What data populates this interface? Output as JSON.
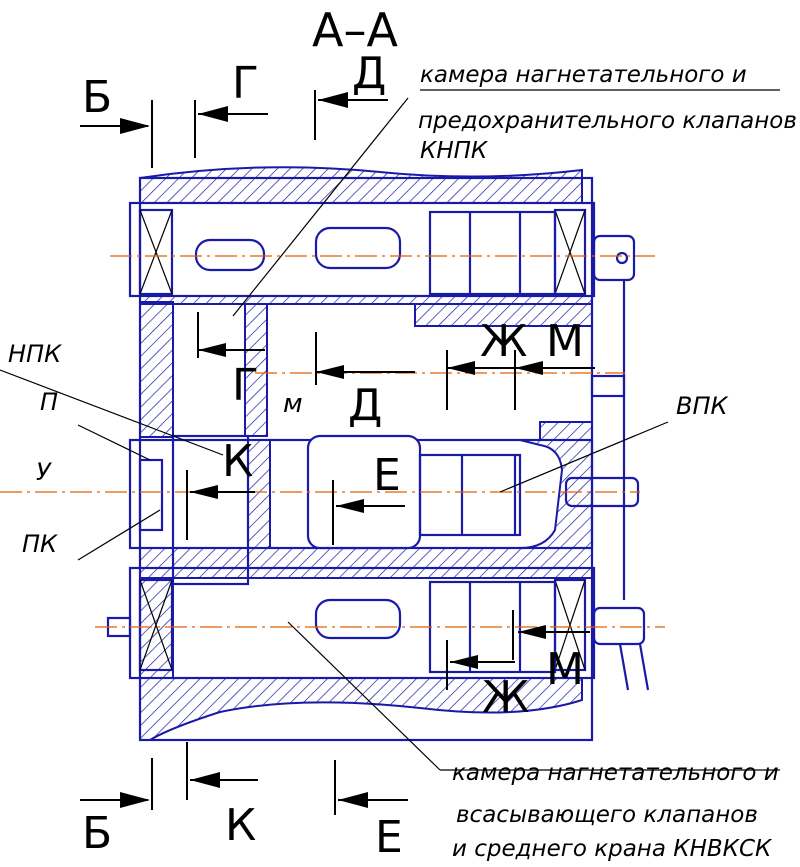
{
  "section_title": "А–А",
  "labels": {
    "B_top": "Б",
    "G_top": "Г",
    "D_top": "Д",
    "B_bottom": "Б",
    "K_bottom": "К",
    "E_bottom": "Е",
    "G_mid": "Г",
    "M_small": "м",
    "D_mid": "Д",
    "K_mid": "К",
    "E_mid": "Е",
    "Zh_mid": "Ж",
    "M_mid": "М",
    "Zh_low": "Ж",
    "M_low": "М"
  },
  "side_labels": {
    "npk": "НПК",
    "p": "П",
    "u": "У",
    "pk": "ПК",
    "vpk": "ВПК"
  },
  "notes": {
    "top_line1": "камера нагнетательного и",
    "top_line2": "предохранительного клапанов",
    "top_line3": "КНПК",
    "bottom_line1": "камера нагнетательного и",
    "bottom_line2": "всасывающего клапанов",
    "bottom_line3": "и среднего крана КНВКСК"
  },
  "colors": {
    "outline": "#1a1aa8",
    "axis": "#e06000",
    "text": "#000000"
  }
}
